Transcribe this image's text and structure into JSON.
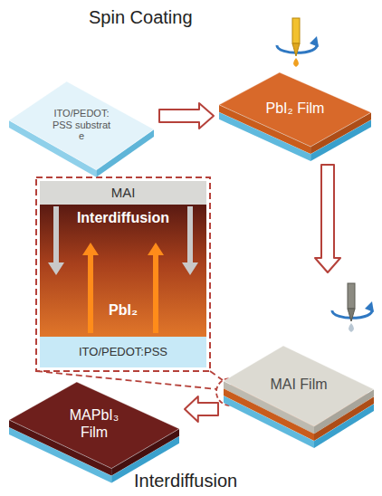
{
  "diagram": {
    "nodes": [
      {
        "text": [
          "ITO/PEDOT:PSS substrate"
        ]
      },
      {
        "text": [
          "PbI₂ Film"
        ]
      },
      {
        "text": [
          "MAI Film"
        ]
      },
      {
        "text": [
          "MAPbI₃ Film"
        ]
      },
      {
        "text": [
          "MAI"
        ]
      },
      {
        "text": [
          "Interdiffusion",
          "PbI₂"
        ]
      },
      {
        "text": [
          "ITO/PEDOT:PSS"
        ]
      }
    ],
    "edges": [
      {
        "from": 0,
        "to": 1,
        "arrow": "to"
      },
      {
        "from": 1,
        "to": 2,
        "arrow": "to"
      },
      {
        "from": 2,
        "to": 3,
        "arrow": "to"
      }
    ],
    "labels": [
      "Spin Coating",
      "Interdiffusion"
    ]
  }
}
